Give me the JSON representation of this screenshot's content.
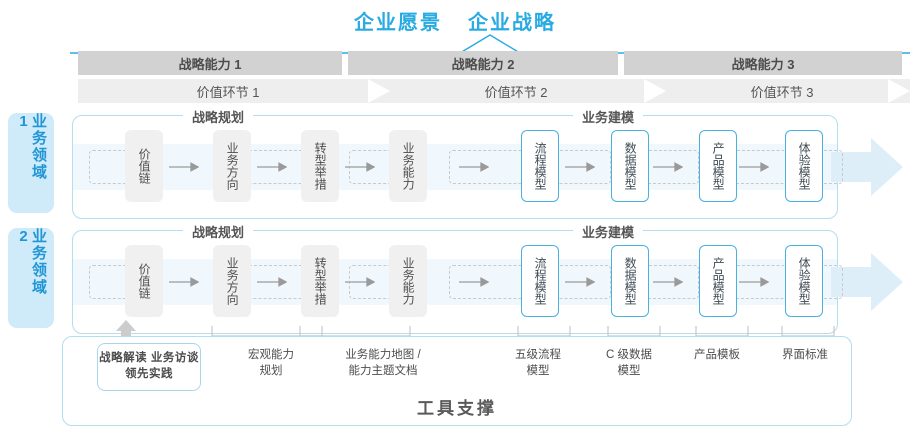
{
  "headings": [
    {
      "text": "企业愿景"
    },
    {
      "text": "企业战略"
    }
  ],
  "colors": {
    "accent_blue": "#29abe2",
    "node_blue_border": "#49b0e0",
    "band_blue": "#f0f8fd",
    "arrow_blue": "#ddeef9",
    "container_border": "#b3ddf0",
    "side_label_bg": "#cfeaf8",
    "capability_bar": "#d2d2d2",
    "value_bar": "#eeeeee",
    "node_gray": "#f0f0f0"
  },
  "capability_bars": [
    {
      "label": "战略能力 1"
    },
    {
      "label": "战略能力 2"
    },
    {
      "label": "战略能力 3"
    }
  ],
  "value_bars": [
    {
      "label": "价值环节 1"
    },
    {
      "label": "价值环节 2"
    },
    {
      "label": "价值环节 3"
    }
  ],
  "side_labels": [
    {
      "label": "业务领域 1"
    },
    {
      "label": "业务领域 2"
    }
  ],
  "sections": [
    {
      "title": "战略规划"
    },
    {
      "title": "业务建模"
    }
  ],
  "nodes": [
    {
      "label": "价值链",
      "style": "gray"
    },
    {
      "label": "业务方向",
      "style": "gray"
    },
    {
      "label": "转型举措",
      "style": "gray"
    },
    {
      "label": "业务能力",
      "style": "gray"
    },
    {
      "label": "流程模型",
      "style": "blue"
    },
    {
      "label": "数据模型",
      "style": "blue"
    },
    {
      "label": "产品模型",
      "style": "blue"
    },
    {
      "label": "体验模型",
      "style": "blue"
    }
  ],
  "footer": {
    "chip": "战略解读\n业务访谈\n领先实践",
    "labels": [
      {
        "text": "宏观能力\n规划"
      },
      {
        "text": "业务能力地图 /\n能力主题文档"
      },
      {
        "text": "五级流程\n模型"
      },
      {
        "text": "C 级数据\n模型"
      },
      {
        "text": "产品模板"
      },
      {
        "text": "界面标准"
      }
    ],
    "title": "工具支撑"
  }
}
